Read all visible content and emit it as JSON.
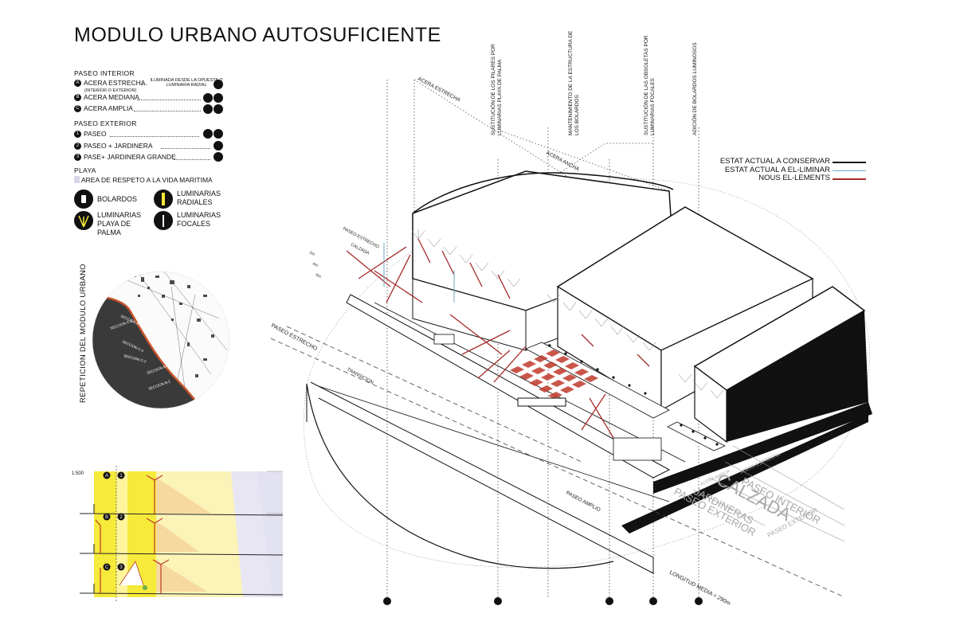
{
  "title": "MODULO URBANO AUTOSUFICIENTE",
  "legend": {
    "paseo_interior": {
      "heading": "PASEO INTERIOR",
      "items": [
        {
          "badge": "A",
          "label": "ACERA ESTRECHA",
          "sublabel": "(INTERIOR O EXTERIOR)",
          "note": "ILUMINADA DESDE LA OPUESTA O LUMINARIA RADIAL"
        },
        {
          "badge": "B",
          "label": "ACERA MEDIANA"
        },
        {
          "badge": "C",
          "label": "ACERA AMPLIA"
        }
      ]
    },
    "paseo_exterior": {
      "heading": "PASEO EXTERIOR",
      "items": [
        {
          "badge": "1",
          "label": "PASEO"
        },
        {
          "badge": "2",
          "label": "PASEO + JARDINERA"
        },
        {
          "badge": "3",
          "label": "PASE+ JARDINERA GRANDE"
        }
      ]
    },
    "playa": {
      "heading": "PLAYA",
      "item": "AREA DE RESPETO A LA VIDA MARITIMA"
    },
    "icons": [
      {
        "icon": "bollard-icon",
        "label": "BOLARDOS"
      },
      {
        "icon": "radial-luminaire-icon",
        "label": "LUMINARIAS RADIALES"
      },
      {
        "icon": "palm-luminaire-icon",
        "label": "LUMINARIAS PLAYA DE PALMA"
      },
      {
        "icon": "focal-luminaire-icon",
        "label": "LUMINARIAS FOCALES"
      }
    ]
  },
  "map": {
    "vertical_label": "REPETICION DEL MODULO URBANO",
    "sections": [
      "SECCION A-1",
      "SECCION C-3",
      "SECCION C-4",
      "SECCION C-2",
      "SECCION B-3",
      "SECCION B-2"
    ]
  },
  "section_diagram": {
    "scale": "1:500",
    "row_badges": [
      [
        "A",
        "1"
      ],
      [
        "B",
        "2"
      ],
      [
        "C",
        "3"
      ]
    ]
  },
  "right_legend": [
    {
      "label": "ESTAT ACTUAL A CONSERVAR",
      "color": "#111111"
    },
    {
      "label": "ESTAT ACTUAL A EL-LIMINAR",
      "color": "#6fa8c9"
    },
    {
      "label": "NOUS EL-LEMENTS",
      "color": "#a52a2a"
    }
  ],
  "annotations": {
    "top": [
      "SUSTITUCIÓN DE LOS PILARES POR LUMINARIAS PLAYA DE PALMA",
      "MANTENIMIENTO DE LA ESTRUCTURA DE LOS BOLARDOS",
      "SUSTITUCIÓN DE LAS OBSOLETAS POR LUMINARIAS FOCALES",
      "ADICIÓN DE BOLARDOS LUMINOSOS"
    ],
    "acera_estrecha": "ACERA ESTRECHA",
    "acera_ancha": "ACERA ANCHA",
    "paseo_estrecho_small": "PASEO ESTRECHO",
    "calzada_small": "CALZADA",
    "paseo_estrecho": "PASEO ESTRECHO",
    "transicion": "TRANSICION",
    "paseo_amplio": "PASEO AMPLIO",
    "longitud": "LONGITUD MEDIA = 290m",
    "measure_1": "2m",
    "measure_2": "4m",
    "measure_3": "6m"
  },
  "big_labels": {
    "paseo_interior": "PASEO INTERIOR",
    "calzada": "CALZADA",
    "jardineras": "JARDINERAS",
    "paseo_exterior": "PASEO EXTERIOR",
    "paseo_exterior_2": "PASEO EXTERIOR",
    "acera_estrecha": "ACERA ESTRECHA",
    "acera_amplia": "ACERA AMPLIA"
  },
  "colors": {
    "new_elements": "#a52a2a",
    "remove": "#6fa8c9",
    "keep": "#111111",
    "yellow": "#f6ea3a",
    "beach": "#d7d6ea"
  }
}
